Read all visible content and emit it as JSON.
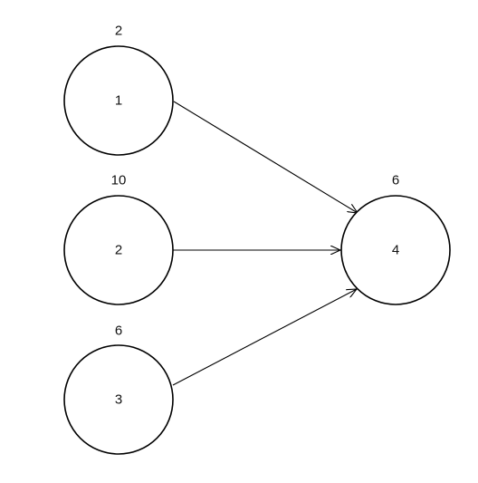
{
  "nodes": [
    {
      "id": "1",
      "label": "1",
      "weight": "2"
    },
    {
      "id": "2",
      "label": "2",
      "weight": "10"
    },
    {
      "id": "3",
      "label": "3",
      "weight": "6"
    },
    {
      "id": "4",
      "label": "4",
      "weight": "6"
    }
  ],
  "edges": [
    {
      "from": "1",
      "to": "4"
    },
    {
      "from": "2",
      "to": "4"
    },
    {
      "from": "3",
      "to": "4"
    }
  ]
}
